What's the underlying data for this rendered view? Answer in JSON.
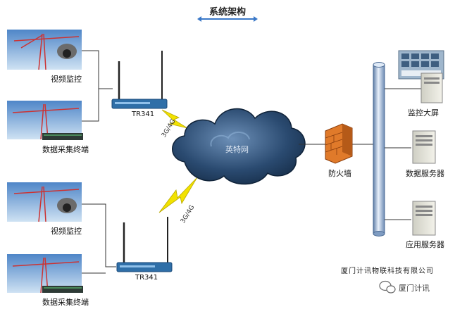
{
  "title": "系统架构",
  "nodes": {
    "video_top": "视频监控",
    "collector_top": "数据采集终端",
    "video_bottom": "视频监控",
    "collector_bottom": "数据采集终端",
    "router_top": "TR341",
    "router_bottom": "TR341",
    "internet": "英特网",
    "firewall": "防火墙",
    "monitor_screen": "监控大屏",
    "data_server": "数据服务器",
    "app_server": "应用服务器"
  },
  "links": {
    "top": "3G/4G",
    "bottom": "3G/4G"
  },
  "footer": {
    "company": "厦门计讯物联科技有限公司",
    "wechat": "厦门计讯"
  },
  "colors": {
    "accent": "#3a78c8",
    "router": "#2f6fa8",
    "lightning": "#f2e200",
    "firewall": "#e07a2a",
    "cloud": "#1f3c5e"
  }
}
